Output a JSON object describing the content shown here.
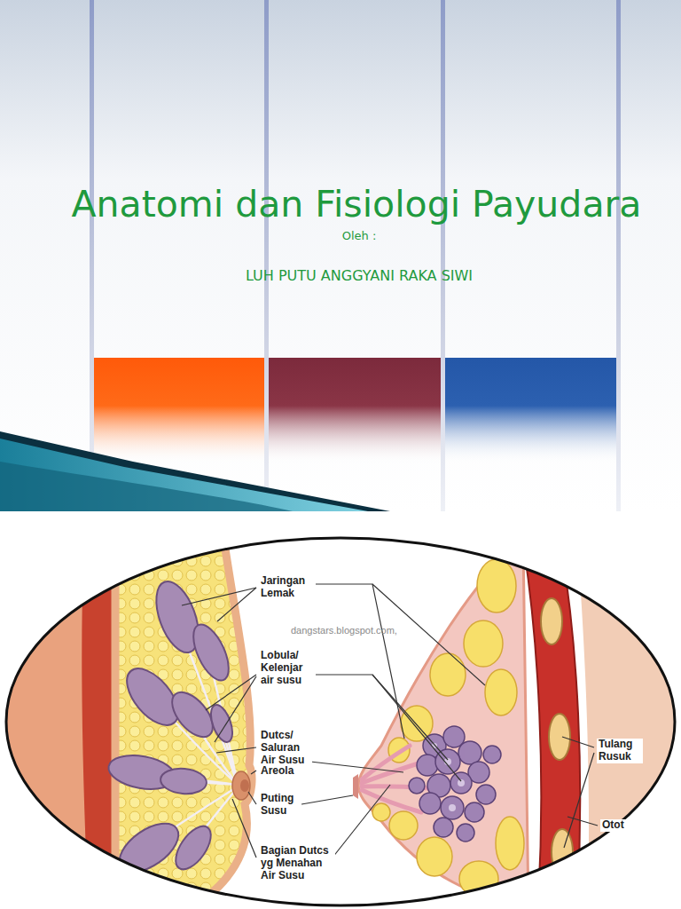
{
  "diagram": {
    "title": "Anatomi dan Fisiologi Payudara",
    "labels": [
      "Oleh :",
      "LUH PUTU ANGGYANI RAKA SIWI",
      "Jaringan Lemak",
      "dangstars.blogspot.com,",
      "Lobula/ Kelenjar air susu",
      "Dutcs/ Saluran Air Susu",
      "Areola",
      "Puting Susu",
      "Bagian Dutcs yg Menahan Air Susu",
      "Tulang Rusuk",
      "Otot"
    ]
  }
}
